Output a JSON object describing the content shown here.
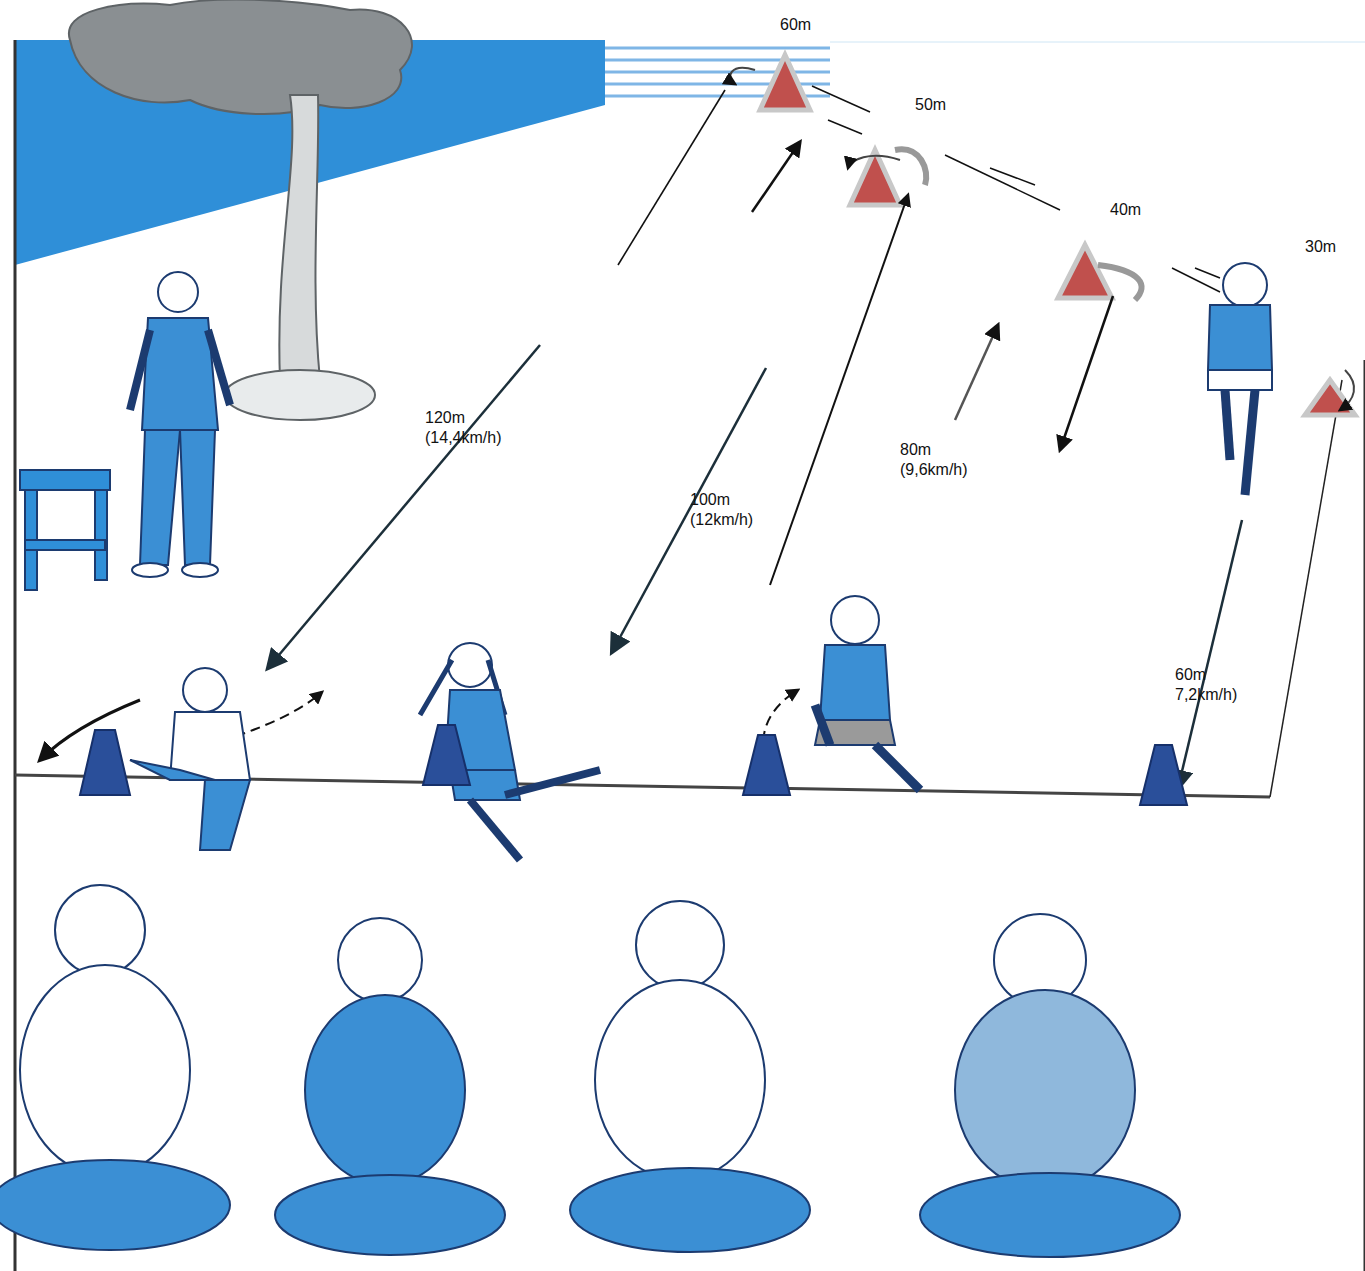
{
  "diagram": {
    "labels": [
      "60m",
      "50m",
      "40m",
      "30m",
      "120m (14,4km/h)",
      "100m (12km/h)",
      "80m (9,6km/h)",
      "60m 7,2km/h)"
    ]
  }
}
